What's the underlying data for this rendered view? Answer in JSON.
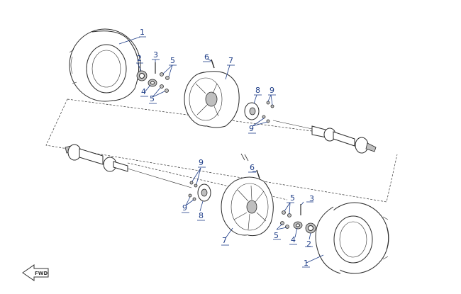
{
  "callouts": {
    "tire_upper": "1",
    "tire_lower": "1",
    "cap_upper": "2",
    "cap_lower": "2",
    "pin_upper": "3",
    "pin_lower": "3",
    "nut_upper": "4",
    "nut_lower": "4",
    "stud_upper_a": "5",
    "stud_upper_b": "5",
    "stud_lower_a": "5",
    "stud_lower_b": "5",
    "valve_upper": "6",
    "valve_lower": "6",
    "rim_upper": "7",
    "rim_lower": "7",
    "hub_upper": "8",
    "hub_lower": "8",
    "bolt_upper_a": "9",
    "bolt_upper_b": "9",
    "bolt_lower_a": "9",
    "bolt_lower_b": "9"
  },
  "fwd_label": "FWD",
  "icons": {
    "direction": "fwd-arrow-icon"
  }
}
